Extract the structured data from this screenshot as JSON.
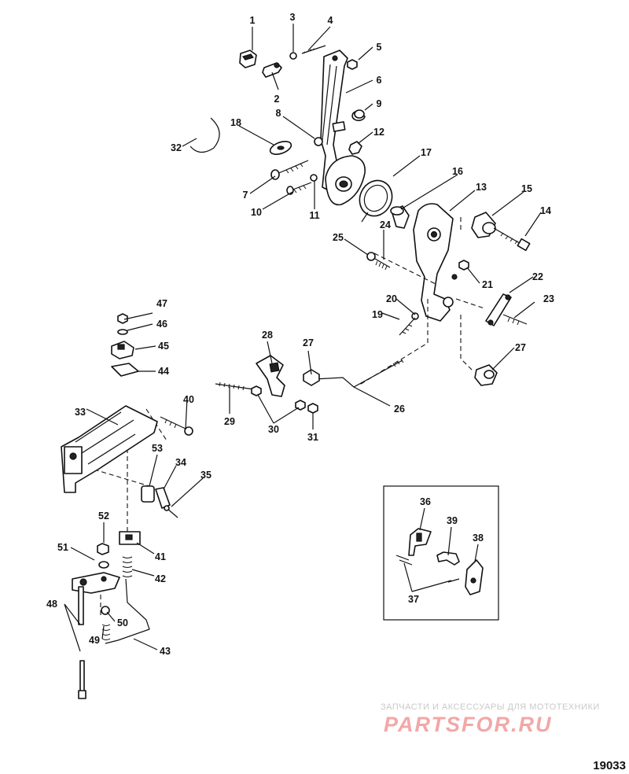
{
  "diagram": {
    "callouts": [
      "1",
      "2",
      "3",
      "4",
      "5",
      "6",
      "7",
      "8",
      "9",
      "10",
      "11",
      "12",
      "13",
      "14",
      "15",
      "16",
      "17",
      "18",
      "19",
      "20",
      "21",
      "22",
      "23",
      "24",
      "25",
      "26",
      "27",
      "27",
      "28",
      "29",
      "30",
      "31",
      "32",
      "33",
      "34",
      "35",
      "36",
      "37",
      "38",
      "39",
      "40",
      "41",
      "42",
      "43",
      "44",
      "45",
      "46",
      "47",
      "48",
      "49",
      "50",
      "51",
      "52",
      "53"
    ],
    "figure_number": "19033"
  },
  "watermark": {
    "tagline": "ЗАПЧАСТИ И АКСЕССУАРЫ ДЛЯ МОТОТЕХНИКИ",
    "brand": "PARTSFOR.RU"
  },
  "colors": {
    "line": "#111111",
    "watermark_brand": "#f3a7a7",
    "watermark_text": "#c9c9c9"
  }
}
